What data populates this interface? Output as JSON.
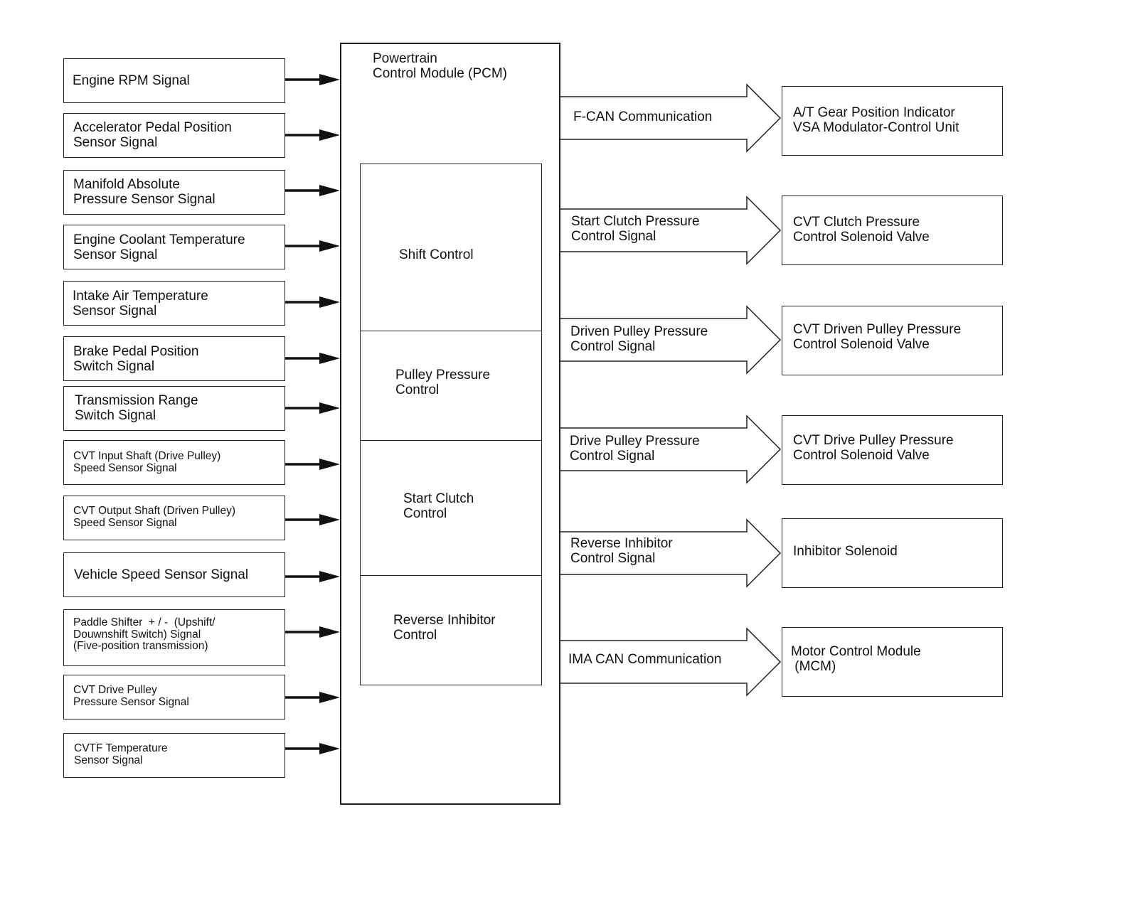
{
  "pcm": {
    "title": "Powertrain\nControl Module (PCM)"
  },
  "sections": [
    {
      "label": "Shift Control"
    },
    {
      "label": "Pulley Pressure\nControl"
    },
    {
      "label": "Start Clutch\nControl"
    },
    {
      "label": "Reverse Inhibitor\nControl"
    }
  ],
  "inputs": [
    {
      "label": "Engine RPM Signal"
    },
    {
      "label": "Accelerator Pedal Position\nSensor Signal"
    },
    {
      "label": "Manifold Absolute\nPressure Sensor Signal"
    },
    {
      "label": "Engine Coolant Temperature\nSensor Signal"
    },
    {
      "label": "Intake Air Temperature\nSensor Signal"
    },
    {
      "label": "Brake Pedal Position\nSwitch Signal"
    },
    {
      "label": "Transmission Range\nSwitch Signal"
    },
    {
      "label": "CVT Input Shaft (Drive Pulley)\nSpeed Sensor Signal"
    },
    {
      "label": "CVT Output Shaft (Driven Pulley)\nSpeed Sensor Signal"
    },
    {
      "label": "Vehicle Speed Sensor Signal"
    },
    {
      "label": "Paddle Shifter  + / -  (Upshift/\nDouwnshift Switch) Signal\n(Five-position transmission)"
    },
    {
      "label": "CVT Drive Pulley\nPressure Sensor Signal"
    },
    {
      "label": "CVTF Temperature\nSensor Signal"
    }
  ],
  "outputs": [
    {
      "signal": "F-CAN Communication",
      "target": "A/T Gear Position Indicator\nVSA Modulator-Control Unit"
    },
    {
      "signal": "Start Clutch Pressure\nControl Signal",
      "target": "CVT Clutch Pressure\nControl Solenoid Valve"
    },
    {
      "signal": "Driven Pulley Pressure\nControl Signal",
      "target": "CVT Driven Pulley Pressure\nControl Solenoid Valve"
    },
    {
      "signal": "Drive Pulley Pressure\nControl Signal",
      "target": "CVT Drive Pulley Pressure\nControl Solenoid Valve"
    },
    {
      "signal": "Reverse Inhibitor\nControl Signal",
      "target": "Inhibitor Solenoid"
    },
    {
      "signal": "IMA CAN Communication",
      "target": "Motor Control Module\n (MCM)"
    }
  ]
}
